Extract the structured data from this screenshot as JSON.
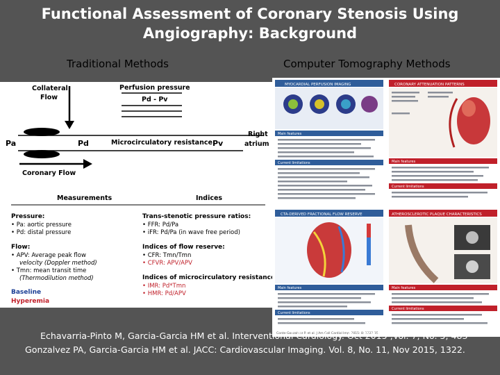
{
  "title_line1": "Functional Assessment of Coronary Stenosis Using",
  "title_line2": "Angiography: Background",
  "left_heading": "Traditional Methods",
  "right_heading": "Computer Tomography  Methods",
  "diagram": {
    "collateral_flow_1": "Collateral",
    "collateral_flow_2": "Flow",
    "perfusion_pressure": "Perfusion pressure",
    "pd_minus_pv": "Pd - Pv",
    "pa": "Pa",
    "pd": "Pd",
    "micro_resistance": "Microcirculatory resistance",
    "pv": "Pv",
    "right_atrium_1": "Right",
    "right_atrium_2": "atrium",
    "coronary_flow": "Coronary Flow",
    "measurements": "Measurements",
    "indices": "Indices",
    "pressure_head": "Pressure:",
    "pressure_items": [
      "Pa: aortic pressure",
      "Pd: distal pressure"
    ],
    "flow_head": "Flow:",
    "flow_items": [
      "APV: Average peak flow",
      "velocity (Doppler method)",
      "Tmn: mean transit time",
      "(Thermodilution method)"
    ],
    "baseline": "Baseline",
    "hyperemia": "Hyperemia",
    "ratios_head": "Trans-stenotic pressure ratios:",
    "ratio_items": [
      "FFR: Pd/Pa",
      "iFR: Pd/Pa (in wave free period)"
    ],
    "reserve_head": "Indices of flow reserve:",
    "reserve_items": [
      "CFR: Tmn/Tmn",
      "CFVR: APV/APV"
    ],
    "micro_head": "Indices of microcirculatory resistance:",
    "micro_items": [
      "IMR: Pd*Tmn",
      "HMR: Pd/APV"
    ]
  },
  "ct_panels": {
    "p1_title": "MYOCARDIAL PERFUSION IMAGING",
    "p2_title": "CORONARY ATTENUATION PATTERNS",
    "p3_title": "CTA-DERIVED FRACTIONAL FLOW RESERVE",
    "p4_title": "ATHEROSCLEROTIC PLAQUE CHARACTERISTICS",
    "main_features": "Main features",
    "current_limitations": "Current limitations",
    "source": "Conte-Gonzalvez P. et al. J Am Coll Cardiol Img. 2015; 8: 1322-35."
  },
  "citation_line1": "Echavarria-Pinto M, Garcia-Garcia HM et al. Interventional Cardiology. Oct 2015 ,Vol. 7, No. 5, 483",
  "citation_line2": "Gonzalvez PA, Garcia-Garcia HM et al. JACC: Cardiovascular Imaging. Vol. 8, No. 11, Nov 2015, 1322.",
  "colors": {
    "background": "#545454",
    "title": "#ffffff",
    "accent_red": "#c0202a",
    "panel_blue": "#2f5d9a",
    "text_blue": "#1c3f95"
  }
}
